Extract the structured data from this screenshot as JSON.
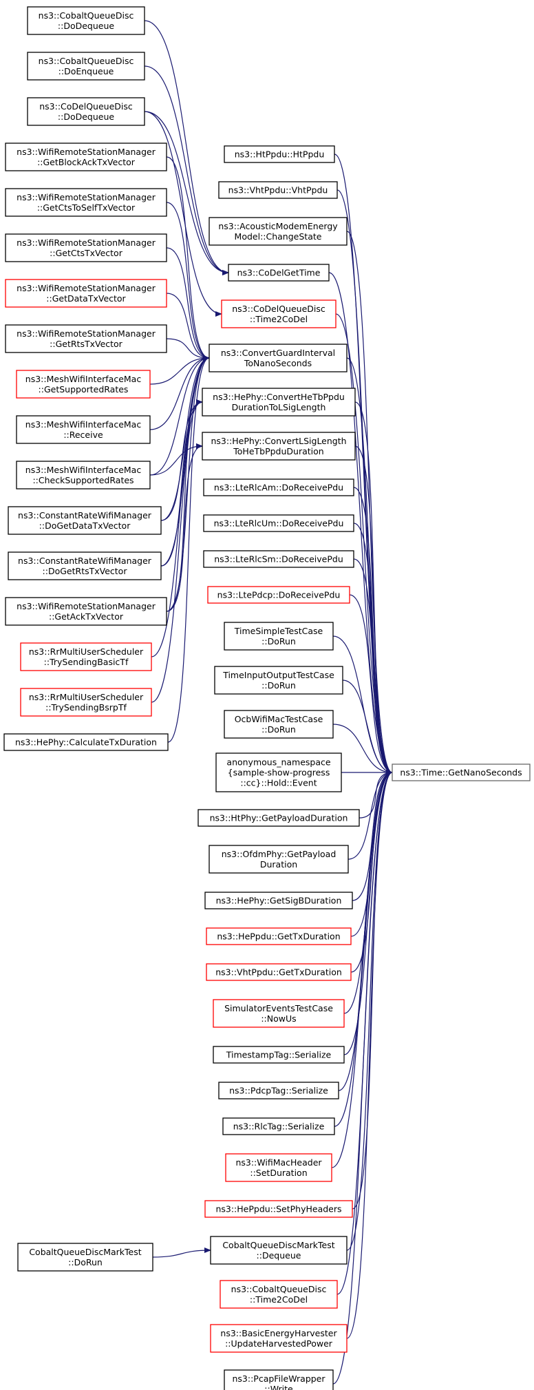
{
  "colors": {
    "edge": "#191970",
    "border_default": "#000000",
    "border_incomplete": "#ff0000",
    "focus_fill": "#bfbfbf",
    "focus_border": "#666666"
  },
  "target_node": {
    "id": "target",
    "lines": [
      "ns3::Time::GetNanoSeconds"
    ]
  },
  "nodes": [
    {
      "id": "n0",
      "lines": [
        "ns3::CobaltQueueDisc",
        "::DoDequeue"
      ],
      "style": "normal"
    },
    {
      "id": "n1",
      "lines": [
        "ns3::CobaltQueueDisc",
        "::DoEnqueue"
      ],
      "style": "normal"
    },
    {
      "id": "n2",
      "lines": [
        "ns3::CoDelQueueDisc",
        "::DoDequeue"
      ],
      "style": "normal"
    },
    {
      "id": "n3",
      "lines": [
        "ns3::WifiRemoteStationManager",
        "::GetBlockAckTxVector"
      ],
      "style": "normal"
    },
    {
      "id": "n4",
      "lines": [
        "ns3::WifiRemoteStationManager",
        "::GetCtsToSelfTxVector"
      ],
      "style": "normal"
    },
    {
      "id": "n5",
      "lines": [
        "ns3::WifiRemoteStationManager",
        "::GetCtsTxVector"
      ],
      "style": "normal"
    },
    {
      "id": "n6",
      "lines": [
        "ns3::WifiRemoteStationManager",
        "::GetDataTxVector"
      ],
      "style": "incomplete"
    },
    {
      "id": "n7",
      "lines": [
        "ns3::WifiRemoteStationManager",
        "::GetRtsTxVector"
      ],
      "style": "normal"
    },
    {
      "id": "n8",
      "lines": [
        "ns3::MeshWifiInterfaceMac",
        "::GetSupportedRates"
      ],
      "style": "incomplete"
    },
    {
      "id": "n9",
      "lines": [
        "ns3::MeshWifiInterfaceMac",
        "::Receive"
      ],
      "style": "normal"
    },
    {
      "id": "n10",
      "lines": [
        "ns3::MeshWifiInterfaceMac",
        "::CheckSupportedRates"
      ],
      "style": "normal"
    },
    {
      "id": "n11",
      "lines": [
        "ns3::ConstantRateWifiManager",
        "::DoGetDataTxVector"
      ],
      "style": "normal"
    },
    {
      "id": "n12",
      "lines": [
        "ns3::ConstantRateWifiManager",
        "::DoGetRtsTxVector"
      ],
      "style": "normal"
    },
    {
      "id": "n13",
      "lines": [
        "ns3::WifiRemoteStationManager",
        "::GetAckTxVector"
      ],
      "style": "normal"
    },
    {
      "id": "n14",
      "lines": [
        "ns3::RrMultiUserScheduler",
        "::TrySendingBasicTf"
      ],
      "style": "incomplete"
    },
    {
      "id": "n15",
      "lines": [
        "ns3::RrMultiUserScheduler",
        "::TrySendingBsrpTf"
      ],
      "style": "incomplete"
    },
    {
      "id": "n16",
      "lines": [
        "ns3::HePhy::CalculateTxDuration"
      ],
      "style": "normal"
    },
    {
      "id": "n17",
      "lines": [
        "CobaltQueueDiscMarkTest",
        "::DoRun"
      ],
      "style": "normal"
    },
    {
      "id": "m0",
      "lines": [
        "ns3::HtPpdu::HtPpdu"
      ],
      "style": "normal"
    },
    {
      "id": "m1",
      "lines": [
        "ns3::VhtPpdu::VhtPpdu"
      ],
      "style": "normal"
    },
    {
      "id": "m2",
      "lines": [
        "ns3::AcousticModemEnergy",
        "Model::ChangeState"
      ],
      "style": "normal"
    },
    {
      "id": "m3",
      "lines": [
        "ns3::CoDelGetTime"
      ],
      "style": "normal"
    },
    {
      "id": "m4",
      "lines": [
        "ns3::CoDelQueueDisc",
        "::Time2CoDel"
      ],
      "style": "incomplete"
    },
    {
      "id": "m5",
      "lines": [
        "ns3::ConvertGuardInterval",
        "ToNanoSeconds"
      ],
      "style": "normal"
    },
    {
      "id": "m6",
      "lines": [
        "ns3::HePhy::ConvertHeTbPpdu",
        "DurationToLSigLength"
      ],
      "style": "normal"
    },
    {
      "id": "m7",
      "lines": [
        "ns3::HePhy::ConvertLSigLength",
        "ToHeTbPpduDuration"
      ],
      "style": "normal"
    },
    {
      "id": "m8",
      "lines": [
        "ns3::LteRlcAm::DoReceivePdu"
      ],
      "style": "normal"
    },
    {
      "id": "m9",
      "lines": [
        "ns3::LteRlcUm::DoReceivePdu"
      ],
      "style": "normal"
    },
    {
      "id": "m10",
      "lines": [
        "ns3::LteRlcSm::DoReceivePdu"
      ],
      "style": "normal"
    },
    {
      "id": "m11",
      "lines": [
        "ns3::LtePdcp::DoReceivePdu"
      ],
      "style": "incomplete"
    },
    {
      "id": "m12",
      "lines": [
        "TimeSimpleTestCase",
        "::DoRun"
      ],
      "style": "normal"
    },
    {
      "id": "m13",
      "lines": [
        "TimeInputOutputTestCase",
        "::DoRun"
      ],
      "style": "normal"
    },
    {
      "id": "m14",
      "lines": [
        "OcbWifiMacTestCase",
        "::DoRun"
      ],
      "style": "normal"
    },
    {
      "id": "m15",
      "lines": [
        "anonymous_namespace",
        "{sample-show-progress",
        "::cc}::Hold::Event"
      ],
      "style": "normal"
    },
    {
      "id": "m16",
      "lines": [
        "ns3::HtPhy::GetPayloadDuration"
      ],
      "style": "normal"
    },
    {
      "id": "m17",
      "lines": [
        "ns3::OfdmPhy::GetPayload",
        "Duration"
      ],
      "style": "normal"
    },
    {
      "id": "m18",
      "lines": [
        "ns3::HePhy::GetSigBDuration"
      ],
      "style": "normal"
    },
    {
      "id": "m19",
      "lines": [
        "ns3::HePpdu::GetTxDuration"
      ],
      "style": "incomplete"
    },
    {
      "id": "m20",
      "lines": [
        "ns3::VhtPpdu::GetTxDuration"
      ],
      "style": "incomplete"
    },
    {
      "id": "m21",
      "lines": [
        "SimulatorEventsTestCase",
        "::NowUs"
      ],
      "style": "incomplete"
    },
    {
      "id": "m22",
      "lines": [
        "TimestampTag::Serialize"
      ],
      "style": "normal"
    },
    {
      "id": "m23",
      "lines": [
        "ns3::PdcpTag::Serialize"
      ],
      "style": "normal"
    },
    {
      "id": "m24",
      "lines": [
        "ns3::RlcTag::Serialize"
      ],
      "style": "normal"
    },
    {
      "id": "m25",
      "lines": [
        "ns3::WifiMacHeader",
        "::SetDuration"
      ],
      "style": "incomplete"
    },
    {
      "id": "m26",
      "lines": [
        "ns3::HePpdu::SetPhyHeaders"
      ],
      "style": "incomplete"
    },
    {
      "id": "m27",
      "lines": [
        "CobaltQueueDiscMarkTest",
        "::Dequeue"
      ],
      "style": "normal"
    },
    {
      "id": "m28",
      "lines": [
        "ns3::CobaltQueueDisc",
        "::Time2CoDel"
      ],
      "style": "incomplete"
    },
    {
      "id": "m29",
      "lines": [
        "ns3::BasicEnergyHarvester",
        "::UpdateHarvestedPower"
      ],
      "style": "incomplete"
    },
    {
      "id": "m30",
      "lines": [
        "ns3::PcapFileWrapper",
        "::Write"
      ],
      "style": "normal"
    }
  ],
  "edges": [
    [
      "m0",
      "target"
    ],
    [
      "m1",
      "target"
    ],
    [
      "m2",
      "target"
    ],
    [
      "m3",
      "target"
    ],
    [
      "m4",
      "target"
    ],
    [
      "m5",
      "target"
    ],
    [
      "m6",
      "target"
    ],
    [
      "m7",
      "target"
    ],
    [
      "m8",
      "target"
    ],
    [
      "m9",
      "target"
    ],
    [
      "m10",
      "target"
    ],
    [
      "m11",
      "target"
    ],
    [
      "m12",
      "target"
    ],
    [
      "m13",
      "target"
    ],
    [
      "m14",
      "target"
    ],
    [
      "m15",
      "target"
    ],
    [
      "m16",
      "target"
    ],
    [
      "m17",
      "target"
    ],
    [
      "m18",
      "target"
    ],
    [
      "m19",
      "target"
    ],
    [
      "m20",
      "target"
    ],
    [
      "m21",
      "target"
    ],
    [
      "m22",
      "target"
    ],
    [
      "m23",
      "target"
    ],
    [
      "m24",
      "target"
    ],
    [
      "m25",
      "target"
    ],
    [
      "m26",
      "target"
    ],
    [
      "m27",
      "target"
    ],
    [
      "m28",
      "target"
    ],
    [
      "m29",
      "target"
    ],
    [
      "m30",
      "target"
    ],
    [
      "n0",
      "m3"
    ],
    [
      "n1",
      "m3"
    ],
    [
      "n2",
      "m3"
    ],
    [
      "n2",
      "m4"
    ],
    [
      "n3",
      "m5"
    ],
    [
      "n4",
      "m5"
    ],
    [
      "n5",
      "m5"
    ],
    [
      "n6",
      "m5"
    ],
    [
      "n7",
      "m5"
    ],
    [
      "n8",
      "m5"
    ],
    [
      "n9",
      "m5"
    ],
    [
      "n10",
      "m5"
    ],
    [
      "n11",
      "m5"
    ],
    [
      "n12",
      "m5"
    ],
    [
      "n13",
      "m5"
    ],
    [
      "n14",
      "m5"
    ],
    [
      "n15",
      "m5"
    ],
    [
      "n16",
      "m5"
    ],
    [
      "n11",
      "m6"
    ],
    [
      "n12",
      "m6"
    ],
    [
      "n13",
      "m6"
    ],
    [
      "n10",
      "m7"
    ],
    [
      "n13",
      "m7"
    ],
    [
      "n17",
      "m27"
    ]
  ]
}
